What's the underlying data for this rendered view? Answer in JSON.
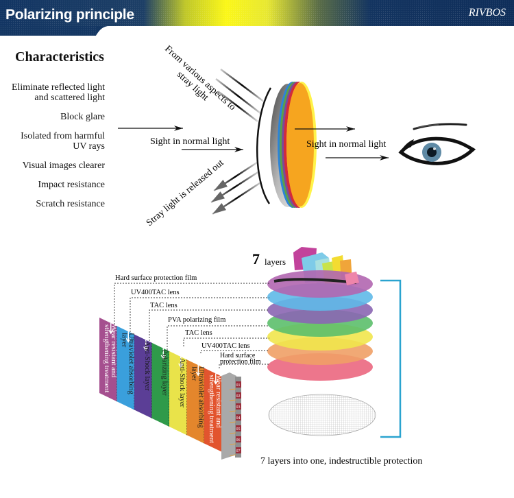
{
  "header": {
    "title": "Polarizing principle",
    "brand": "RIVBOS"
  },
  "characteristics": {
    "title": "Characteristics",
    "items": [
      "Eliminate reflected light\nand scattered light",
      "Block glare",
      "Isolated from harmful\nUV rays",
      "Visual images clearer",
      "Impact resistance",
      "Scratch resistance"
    ]
  },
  "light_diagram": {
    "stray_in_label": "From various aspects to stray light",
    "stray_in_label_line1": "From various aspects to",
    "stray_in_label_line2": "stray light",
    "sight_left_label": "Sight in normal light",
    "stray_out_label": "Stray light is released out",
    "sight_right_label": "Sight in normal light"
  },
  "layers_diagram": {
    "count": "7",
    "count_suffix": "layers",
    "callouts": [
      "Hard surface protection film",
      "UV400TAC lens",
      "TAC lens",
      "PVA polarizing film",
      "TAC lens",
      "UV400TAC lens",
      "Hard surface\nprotection film"
    ],
    "callout_last_line1": "Hard surface",
    "callout_last_line2": "protection film",
    "strips": [
      {
        "label_line1": "Wear resistant and",
        "label_line2": "strengthening treatment",
        "color": "#a54f8f"
      },
      {
        "label_line1": "Ultraviolet absorbing",
        "label_line2": "layer",
        "color": "#3a9fdc"
      },
      {
        "label_line1": "Anti-Shock layer",
        "label_line2": "",
        "color": "#5b3e96"
      },
      {
        "label_line1": "Polarizing layer",
        "label_line2": "",
        "color": "#2f9a4a"
      },
      {
        "label_line1": "Anti-Shock layer",
        "label_line2": "",
        "color": "#e9e34a"
      },
      {
        "label_line1": "Ultraviolet absorbing",
        "label_line2": "layer",
        "color": "#e4862c"
      },
      {
        "label_line1": "Wear resistant and",
        "label_line2": "strengthening treatment",
        "color": "#e2542e"
      }
    ],
    "edge_numbers": [
      "01",
      "02",
      "03",
      "04",
      "05",
      "06",
      "07"
    ],
    "discs": [
      {
        "name": "hard-surface-film",
        "color": "#b166b0"
      },
      {
        "name": "uv400tac",
        "color": "#5fb9e8"
      },
      {
        "name": "tac",
        "color": "#8b66b3"
      },
      {
        "name": "pva",
        "color": "#5cbf6c"
      },
      {
        "name": "tac-2",
        "color": "#f1e64d"
      },
      {
        "name": "uv400tac-2",
        "color": "#f0a066"
      },
      {
        "name": "hard-surface-film-2",
        "color": "#ec6f86"
      }
    ],
    "caption": "7 layers into one, indestructible protection",
    "bracket_color": "#2aa3cf"
  }
}
